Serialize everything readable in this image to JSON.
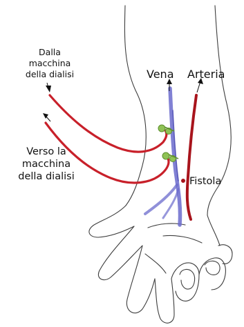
{
  "labels": {
    "from_machine": [
      "Dalla",
      "macchina",
      "della dialisi"
    ],
    "to_machine": [
      "Verso la",
      "macchina",
      "della dialisi"
    ],
    "vein": "Vena",
    "artery": "Arteria",
    "fistula": "Fistola"
  },
  "colors": {
    "tube": "#c8202a",
    "artery": "#a8141c",
    "vein": "#6b6bcc",
    "vein_dark": "#4a4ab0",
    "needle_hub": "#8fc255",
    "needle_hub_dark": "#5e8f2f",
    "outline": "#3c3c3c",
    "text": "#111111"
  }
}
